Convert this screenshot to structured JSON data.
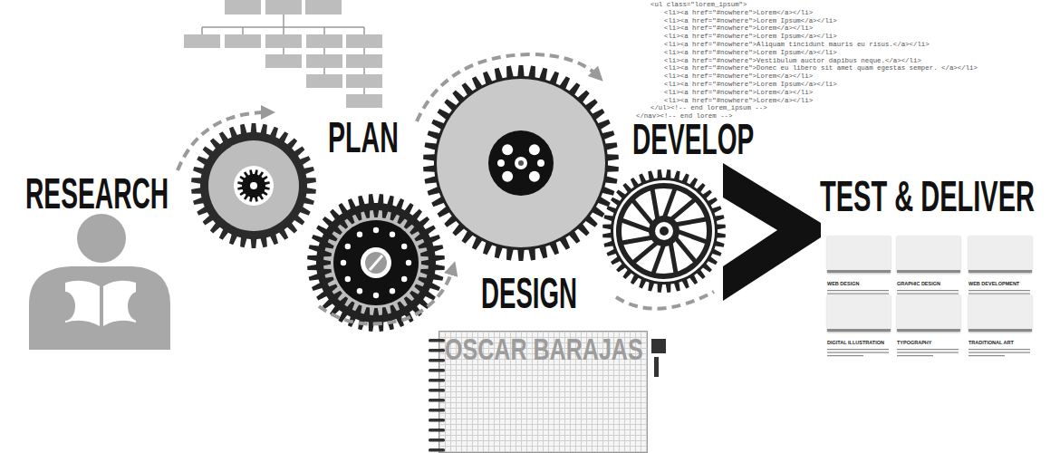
{
  "diagram": {
    "nodes": [
      {
        "text": [
          "WEB DESIGN"
        ]
      },
      {
        "text": [
          "GRAPHIC DESIGN"
        ]
      },
      {
        "text": [
          "WEB DEVELOPMENT"
        ]
      },
      {
        "text": [
          "DIGITAL ILLUSTRATION"
        ]
      },
      {
        "text": [
          "TYPOGRAPHY"
        ]
      },
      {
        "text": [
          "TRADITIONAL ART"
        ]
      },
      {
        "text": [
          "OSCAR BARAJAS"
        ]
      }
    ],
    "labels": [
      "RESEARCH",
      "PLAN",
      "DESIGN",
      "DEVELOP",
      "TEST & DELIVER",
      "<ul class=\"lorem_ipsum\">",
      "<li><a href=\"#nowhere\">Lorem</a></li>",
      "<li><a href=\"#nowhere\">Lorem Ipsum</a></li>",
      "<li><a href=\"#nowhere\">Lorem</a></li>",
      "<li><a href=\"#nowhere\">Lorem Ipsum</a></li>",
      "<li><a href=\"#nowhere\">Aliquam tincidunt mauris eu risus.</a></li>",
      "<li><a href=\"#nowhere\">Lorem Ipsum</a></li>",
      "<li><a href=\"#nowhere\">Vestibulum auctor dapibus neque.</a></li>",
      "<li><a href=\"#nowhere\">Donec eu libero sit amet quam egestas semper. </a></li>",
      "<li><a href=\"#nowhere\">Lorem</a></li>",
      "<li><a href=\"#nowhere\">Lorem Ipsum</a></li>",
      "<li><a href=\"#nowhere\">Lorem</a></li>",
      "<li><a href=\"#nowhere\">Lorem</a></li>",
      "</ul><!-- end lorem_ipsum -->",
      "</nav><!-- end lorem -->"
    ]
  }
}
